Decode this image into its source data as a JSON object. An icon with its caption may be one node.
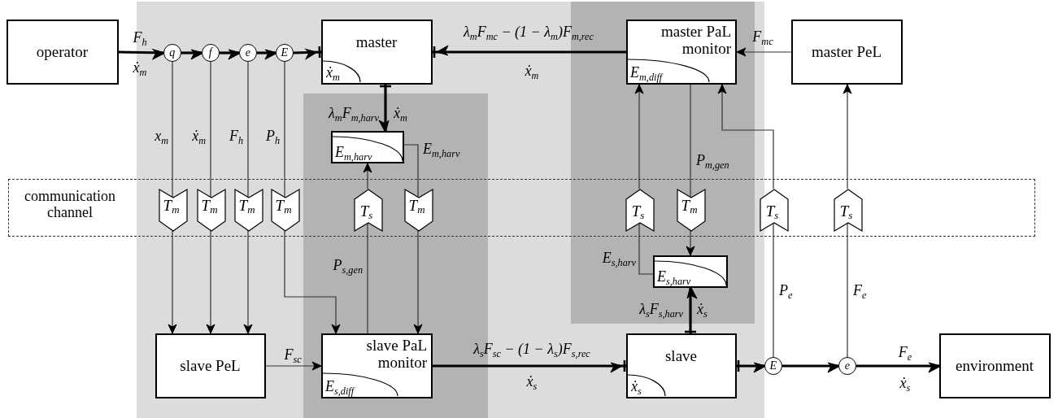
{
  "diagram": {
    "nodes": [
      {
        "text": [
          "operator"
        ]
      },
      {
        "text": [
          "q"
        ]
      },
      {
        "text": [
          "f"
        ]
      },
      {
        "text": [
          "e"
        ]
      },
      {
        "text": [
          "E"
        ]
      },
      {
        "text": [
          "master",
          "ẋ$_{m}$"
        ]
      },
      {
        "text": [
          "master PaL monitor",
          "E$_{m,diff}$"
        ]
      },
      {
        "text": [
          "master PeL"
        ]
      },
      {
        "text": [
          "E$_{m,harv}$"
        ]
      },
      {
        "text": [
          "communication channel"
        ]
      },
      {
        "text": [
          "T$_{m}$"
        ],
        "in": 9
      },
      {
        "text": [
          "T$_{m}$"
        ],
        "in": 9
      },
      {
        "text": [
          "T$_{m}$"
        ],
        "in": 9
      },
      {
        "text": [
          "T$_{m}$"
        ],
        "in": 9
      },
      {
        "text": [
          "T$_{s}$"
        ],
        "in": 9
      },
      {
        "text": [
          "T$_{m}$"
        ],
        "in": 9
      },
      {
        "text": [
          "T$_{s}$"
        ],
        "in": 9
      },
      {
        "text": [
          "T$_{m}$"
        ],
        "in": 9
      },
      {
        "text": [
          "T$_{s}$"
        ],
        "in": 9
      },
      {
        "text": [
          "T$_{s}$"
        ],
        "in": 9
      },
      {
        "text": [
          "E$_{s,harv}$"
        ]
      },
      {
        "text": [
          "slave PeL"
        ]
      },
      {
        "text": [
          "slave PaL monitor",
          "E$_{s,diff}$"
        ]
      },
      {
        "text": [
          "slave",
          "ẋ$_{s}$"
        ]
      },
      {
        "text": [
          "E"
        ]
      },
      {
        "text": [
          "e"
        ]
      },
      {
        "text": [
          "environment"
        ]
      }
    ],
    "edges": [
      {
        "from": 0,
        "to": 1,
        "arrow": "to",
        "style": "thick",
        "label": "F$_{h}$"
      },
      {
        "from": 1,
        "to": 2,
        "arrow": "to",
        "style": "thick"
      },
      {
        "from": 2,
        "to": 3,
        "arrow": "to",
        "style": "thick"
      },
      {
        "from": 3,
        "to": 4,
        "arrow": "to",
        "style": "thick"
      },
      {
        "from": 4,
        "to": 5,
        "arrow": "to",
        "style": "thick"
      },
      {
        "from": 6,
        "to": 5,
        "arrow": "to",
        "style": "thick",
        "label": "λ$_{m}$F$_{mc}$ − (1 − λ$_{m}$)F$_{m,rec}$"
      },
      {
        "from": 7,
        "to": 6,
        "arrow": "to",
        "label": "F$_{mc}$"
      },
      {
        "from": 5,
        "to": 8,
        "arrow": "to",
        "style": "thick",
        "label": "λ$_{m}$F$_{m,harv}$"
      },
      {
        "from": 8,
        "to": 15,
        "arrow": "none",
        "label": "E$_{m,harv}$"
      },
      {
        "from": 14,
        "to": 8,
        "arrow": "to"
      },
      {
        "from": 1,
        "to": 10,
        "arrow": "none",
        "label": "x$_{m}$"
      },
      {
        "from": 2,
        "to": 11,
        "arrow": "none",
        "label": "ẋ$_{m}$"
      },
      {
        "from": 3,
        "to": 12,
        "arrow": "none",
        "label": "F$_{h}$"
      },
      {
        "from": 4,
        "to": 13,
        "arrow": "none",
        "label": "P$_{h}$"
      },
      {
        "from": 10,
        "to": 21,
        "arrow": "to"
      },
      {
        "from": 11,
        "to": 21,
        "arrow": "to"
      },
      {
        "from": 12,
        "to": 21,
        "arrow": "to"
      },
      {
        "from": 13,
        "to": 22,
        "arrow": "to"
      },
      {
        "from": 22,
        "to": 14,
        "arrow": "none",
        "label": "P$_{s,gen}$"
      },
      {
        "from": 15,
        "to": 22,
        "arrow": "to"
      },
      {
        "from": 21,
        "to": 22,
        "arrow": "to",
        "label": "F$_{sc}$"
      },
      {
        "from": 22,
        "to": 23,
        "arrow": "to",
        "style": "thick",
        "label": "λ$_{s}$F$_{sc}$ − (1 − λ$_{s}$)F$_{s,rec}$"
      },
      {
        "from": 16,
        "to": 6,
        "arrow": "to"
      },
      {
        "from": 6,
        "to": 17,
        "arrow": "none",
        "label": "P$_{m,gen}$"
      },
      {
        "from": 17,
        "to": 20,
        "arrow": "to"
      },
      {
        "from": 20,
        "to": 16,
        "arrow": "none",
        "label": "E$_{s,harv}$"
      },
      {
        "from": 23,
        "to": 20,
        "arrow": "to",
        "style": "thick",
        "label": "λ$_{s}$F$_{s,harv}$"
      },
      {
        "from": 24,
        "to": 18,
        "arrow": "none",
        "label": "P$_{e}$"
      },
      {
        "from": 18,
        "to": 6,
        "arrow": "to"
      },
      {
        "from": 25,
        "to": 19,
        "arrow": "none",
        "label": "F$_{e}$"
      },
      {
        "from": 19,
        "to": 7,
        "arrow": "to"
      },
      {
        "from": 23,
        "to": 24,
        "arrow": "to",
        "style": "thick"
      },
      {
        "from": 24,
        "to": 25,
        "arrow": "to",
        "style": "thick"
      },
      {
        "from": 25,
        "to": 26,
        "arrow": "to",
        "style": "thick",
        "label": "F$_{e}$"
      }
    ],
    "labels": [
      "ẋ$_{m}$",
      "ẋ$_{m}$",
      "ẋ$_{m}$",
      "ẋ$_{s}$",
      "ẋ$_{s}$",
      "ẋ$_{s}$"
    ]
  }
}
